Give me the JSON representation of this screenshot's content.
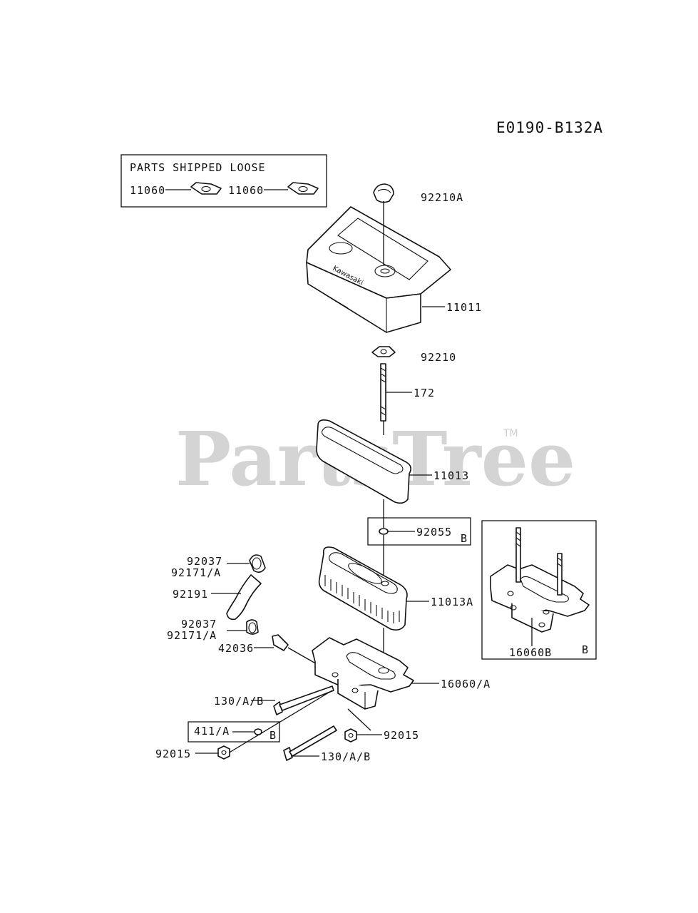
{
  "diagram_code": "E0190-B132A",
  "parts_shipped_loose": {
    "title": "PARTS SHIPPED LOOSE",
    "items": [
      "11060",
      "11060"
    ]
  },
  "watermark": {
    "text": "PartsTree",
    "tm": "TM"
  },
  "callouts": {
    "p92210A": "92210A",
    "p11011": "11011",
    "p92210": "92210",
    "p172": "172",
    "p11013": "11013",
    "p92055": "92055",
    "box_b_1": "B",
    "p92037_a": "92037",
    "p92171A_a": "92171/A",
    "p92191": "92191",
    "p92037_b": "92037",
    "p92171A_b": "92171/A",
    "p42036": "42036",
    "p11013A": "11013A",
    "p16060A": "16060/A",
    "p130AB_a": "130/A/B",
    "p411A": "411/A",
    "box_b_2": "B",
    "p92015_a": "92015",
    "p92015_b": "92015",
    "p130AB_b": "130/A/B",
    "p16060B": "16060B",
    "box_b_3": "B"
  },
  "brand_on_cover": "Kawasaki"
}
